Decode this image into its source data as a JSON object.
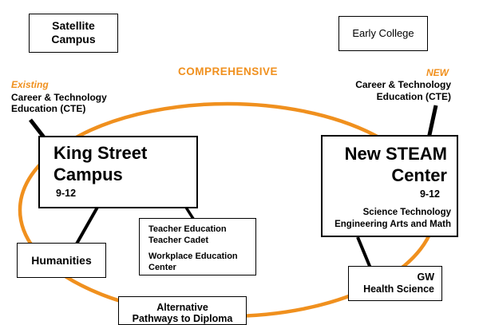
{
  "colors": {
    "ring": "#f0901e",
    "accent_text": "#f0901e",
    "line": "#000000"
  },
  "ring_label": "COMPREHENSIVE",
  "satellite": {
    "line1": "Satellite",
    "line2": "Campus"
  },
  "early_college": {
    "label": "Early College"
  },
  "existing_cte": {
    "tag": "Existing",
    "line1": "Career & Technology",
    "line2": "Education (CTE)"
  },
  "new_cte": {
    "tag": "NEW",
    "line1": "Career & Technology",
    "line2": "Education (CTE)"
  },
  "king_street": {
    "line1": "King Street",
    "line2": "Campus",
    "grades": "9-12"
  },
  "steam": {
    "line1": "New STEAM",
    "line2": "Center",
    "grades": "9-12",
    "sub1": "Science Technology",
    "sub2": "Engineering Arts and Math"
  },
  "humanities": {
    "label": "Humanities"
  },
  "teacher_ed": {
    "line1": "Teacher Education",
    "line2": "Teacher Cadet",
    "line3": "Workplace Education",
    "line4": "Center"
  },
  "gw": {
    "line1": "GW",
    "line2": "Health Science"
  },
  "alternative": {
    "line1": "Alternative",
    "line2": "Pathways to Diploma"
  }
}
